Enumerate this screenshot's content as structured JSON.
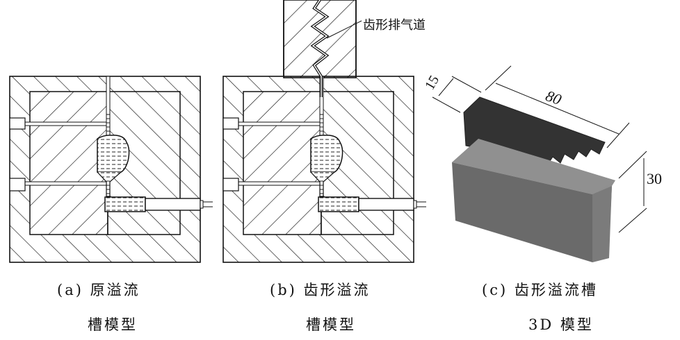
{
  "captions": {
    "a_line1": "(a) 原溢流",
    "a_line2": "槽模型",
    "b_line1": "(b) 齿形溢流",
    "b_line2": "槽模型",
    "c_line1": "(c) 齿形溢流槽",
    "c_line2": "3D 模型"
  },
  "annotations": {
    "vent_label": "齿形排气道"
  },
  "dimensions": {
    "width": "15",
    "length": "80",
    "height": "30"
  },
  "colors": {
    "line": "#111111",
    "block_top": "#8a8a8a",
    "block_side": "#5e5e5e",
    "insert": "#333333"
  }
}
